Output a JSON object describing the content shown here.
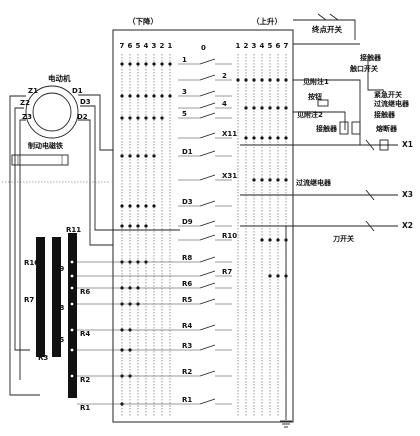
{
  "drum": {
    "down_label": "（下降）",
    "up_label": "（上升）",
    "zero": "0",
    "down_numbers": [
      "7",
      "6",
      "5",
      "4",
      "3",
      "2",
      "1"
    ],
    "up_numbers": [
      "1",
      "2",
      "3",
      "4",
      "5",
      "6",
      "7"
    ],
    "contact_rows": [
      {
        "label": "1",
        "side": "left"
      },
      {
        "label": "2",
        "side": "right"
      },
      {
        "label": "3",
        "side": "left"
      },
      {
        "label": "4",
        "side": "right"
      },
      {
        "label": "5",
        "side": "left"
      },
      {
        "label": "X11",
        "side": "right"
      },
      {
        "label": "D1",
        "side": "left"
      },
      {
        "label": "X31",
        "side": "right"
      },
      {
        "label": "D3",
        "side": "left"
      },
      {
        "label": "D9",
        "side": "left"
      },
      {
        "label": "R10",
        "side": "right"
      },
      {
        "label": "R8",
        "side": "left"
      },
      {
        "label": "R7",
        "side": "right"
      },
      {
        "label": "R6",
        "side": "left"
      },
      {
        "label": "R5",
        "side": "left"
      },
      {
        "label": "R4",
        "side": "left"
      },
      {
        "label": "R3",
        "side": "left"
      },
      {
        "label": "R2",
        "side": "left"
      },
      {
        "label": "R1",
        "side": "left"
      }
    ]
  },
  "motor": {
    "title": "电动机",
    "terminals": [
      "Z1",
      "Z2",
      "Z3",
      "D1",
      "D3",
      "D2"
    ],
    "brake": "制动电磁铁"
  },
  "resistors": {
    "left_column": [
      "R10",
      "R7",
      "R3"
    ],
    "middle_column": [
      "R9",
      "R8",
      "R5"
    ],
    "right_column": [
      "R11",
      "R6",
      "R4",
      "R2",
      "R1"
    ]
  },
  "right_panel": {
    "limit_switch": "终点开关",
    "contactor_top": "接触器",
    "contactor_aux": "触口开关",
    "emergency": "紧急开关",
    "overcurrent_relay": "过流继电器",
    "contactor_label": "接触器",
    "fuse": "熔断器",
    "knife_switch": "刀开关",
    "overcurrent_relay_main": "过流继电器",
    "contactor_mid": "接触器",
    "button": "按钮",
    "note1": "见附注1",
    "note2": "见附注2",
    "phases": [
      "X1",
      "X3",
      "X2"
    ]
  }
}
